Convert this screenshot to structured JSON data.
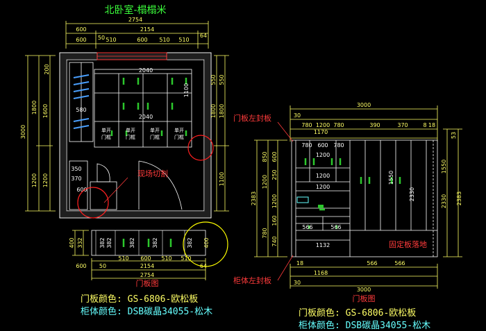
{
  "title": "北卧室-榻榻米",
  "colors": {
    "background": "#000000",
    "title": "#3cff3c",
    "dims": "#ffff66",
    "walls": "#ffffff",
    "cabinet": "#ffffff",
    "annotation_red": "#ff3b3b",
    "handles": "#2cc82c",
    "circle_red": "#ff2020",
    "circle_yellow": "#ffff00",
    "door_color_text": "#ffff66",
    "body_color_text": "#66ffff"
  },
  "left_plan": {
    "top_dims": {
      "overall": "2754",
      "row2": [
        "600",
        "2154",
        "64"
      ],
      "row3": [
        "600",
        "50",
        "510",
        "600",
        "510",
        "510"
      ]
    },
    "left_dims": [
      "200",
      "1800",
      "3000",
      "1600",
      "1200",
      "1200"
    ],
    "right_dims": [
      "550",
      "1800",
      "550",
      "1800",
      "1100"
    ],
    "inner_labels": [
      "2040",
      "2040",
      "580",
      "350",
      "370",
      "600",
      "1100"
    ],
    "door_labels": [
      "单开\n门框",
      "单开\n门框",
      "单开\n门框",
      "单开\n门框"
    ],
    "note_cut": "现场切割"
  },
  "left_elevation": {
    "left_dims": [
      "400",
      "332"
    ],
    "panel_values": [
      "382",
      "382",
      "382",
      "382",
      "382"
    ],
    "right_dim": "400",
    "bottom_dims_row1": [
      "50",
      "510",
      "600",
      "510",
      "510"
    ],
    "bottom_dims_row2": [
      "600",
      "2154",
      "64"
    ],
    "bottom_dim_total": "2754",
    "caption": "门板图"
  },
  "right_plan": {
    "top_dims": {
      "overall": "3000",
      "row2": [
        "30",
        "1170"
      ],
      "row3": [
        "780",
        "1200",
        "780",
        "390",
        "370",
        "8",
        "18"
      ],
      "row4": [
        "780",
        "600",
        "780"
      ]
    },
    "left_dims": [
      "600",
      "850",
      "250",
      "1200",
      "2383",
      "780",
      "1200",
      "160",
      "740"
    ],
    "right_dims": [
      "53",
      "1550",
      "2383",
      "2330"
    ],
    "inner_labels": [
      "1200",
      "1200",
      "1200",
      "566",
      "566",
      "1132",
      "1550",
      "2330"
    ],
    "bottom_dims": [
      "18",
      "1168",
      "566",
      "566",
      "30",
      "3000"
    ],
    "note_left_seal": "门板左封板",
    "note_body_seal": "柜体左封板",
    "note_floor": "固定板落地",
    "caption": "门板图"
  },
  "legend_left": {
    "door_color": "门板颜色: GS-6806-欧松板",
    "body_color": "柜体颜色: DSB碳晶34055-松木"
  },
  "legend_right": {
    "door_color": "门板颜色: GS-6806-欧松板",
    "body_color": "柜体颜色: DSB碳晶34055-松木"
  }
}
